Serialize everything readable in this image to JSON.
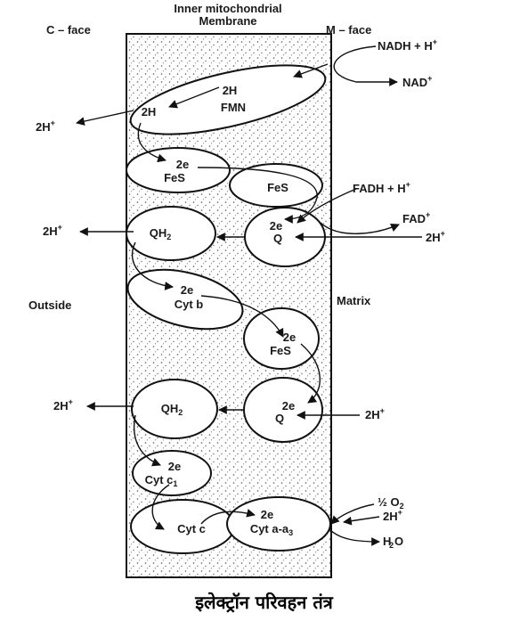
{
  "header": {
    "membrane_line1": "Inner mitochondrial",
    "membrane_line2": "Membrane",
    "c_face": "C – face",
    "m_face": "M – face"
  },
  "sides": {
    "outside": "Outside",
    "matrix": "Matrix"
  },
  "components": {
    "fmn": "FMN",
    "fmn_2h_right": "2H",
    "fmn_2h_left": "2H",
    "fes1_e": "2e",
    "fes1": "FeS",
    "fes2": "FeS",
    "qh2_1": "QH",
    "qh2_1_sub": "2",
    "q1_e": "2e",
    "q1": "Q",
    "cytb_e": "2e",
    "cytb": "Cyt b",
    "fes3_e": "2e",
    "fes3": "FeS",
    "qh2_2": "QH",
    "qh2_2_sub": "2",
    "q2_e": "2e",
    "q2": "Q",
    "cytc1_e": "2e",
    "cytc1": "Cyt c",
    "cytc1_sub": "1",
    "cytc": "Cyt c",
    "cytaa3_e": "2e",
    "cytaa3": "Cyt a-a",
    "cytaa3_sub": "3"
  },
  "reactions": {
    "nadh": "NADH + H",
    "nadh_sup": "+",
    "nad": "NAD",
    "nad_sup": "+",
    "fadh": "FADH + H",
    "fadh_sup": "+",
    "fad": "FAD",
    "fad_sup": "+",
    "h1_out": "2H",
    "h1_out_sup": "+",
    "h2_out": "2H",
    "h2_out_sup": "+",
    "h2_in": "2H",
    "h2_in_sup": "+",
    "h3_out": "2H",
    "h3_out_sup": "+",
    "h3_in": "2H",
    "h3_in_sup": "+",
    "o2": "½ O",
    "o2_sub": "2",
    "h4_in": "2H",
    "h4_in_sup": "+",
    "water": "H O",
    "water_sub": "2"
  },
  "caption": "इलेक्ट्रॉन परिवहन तंत्र"
}
